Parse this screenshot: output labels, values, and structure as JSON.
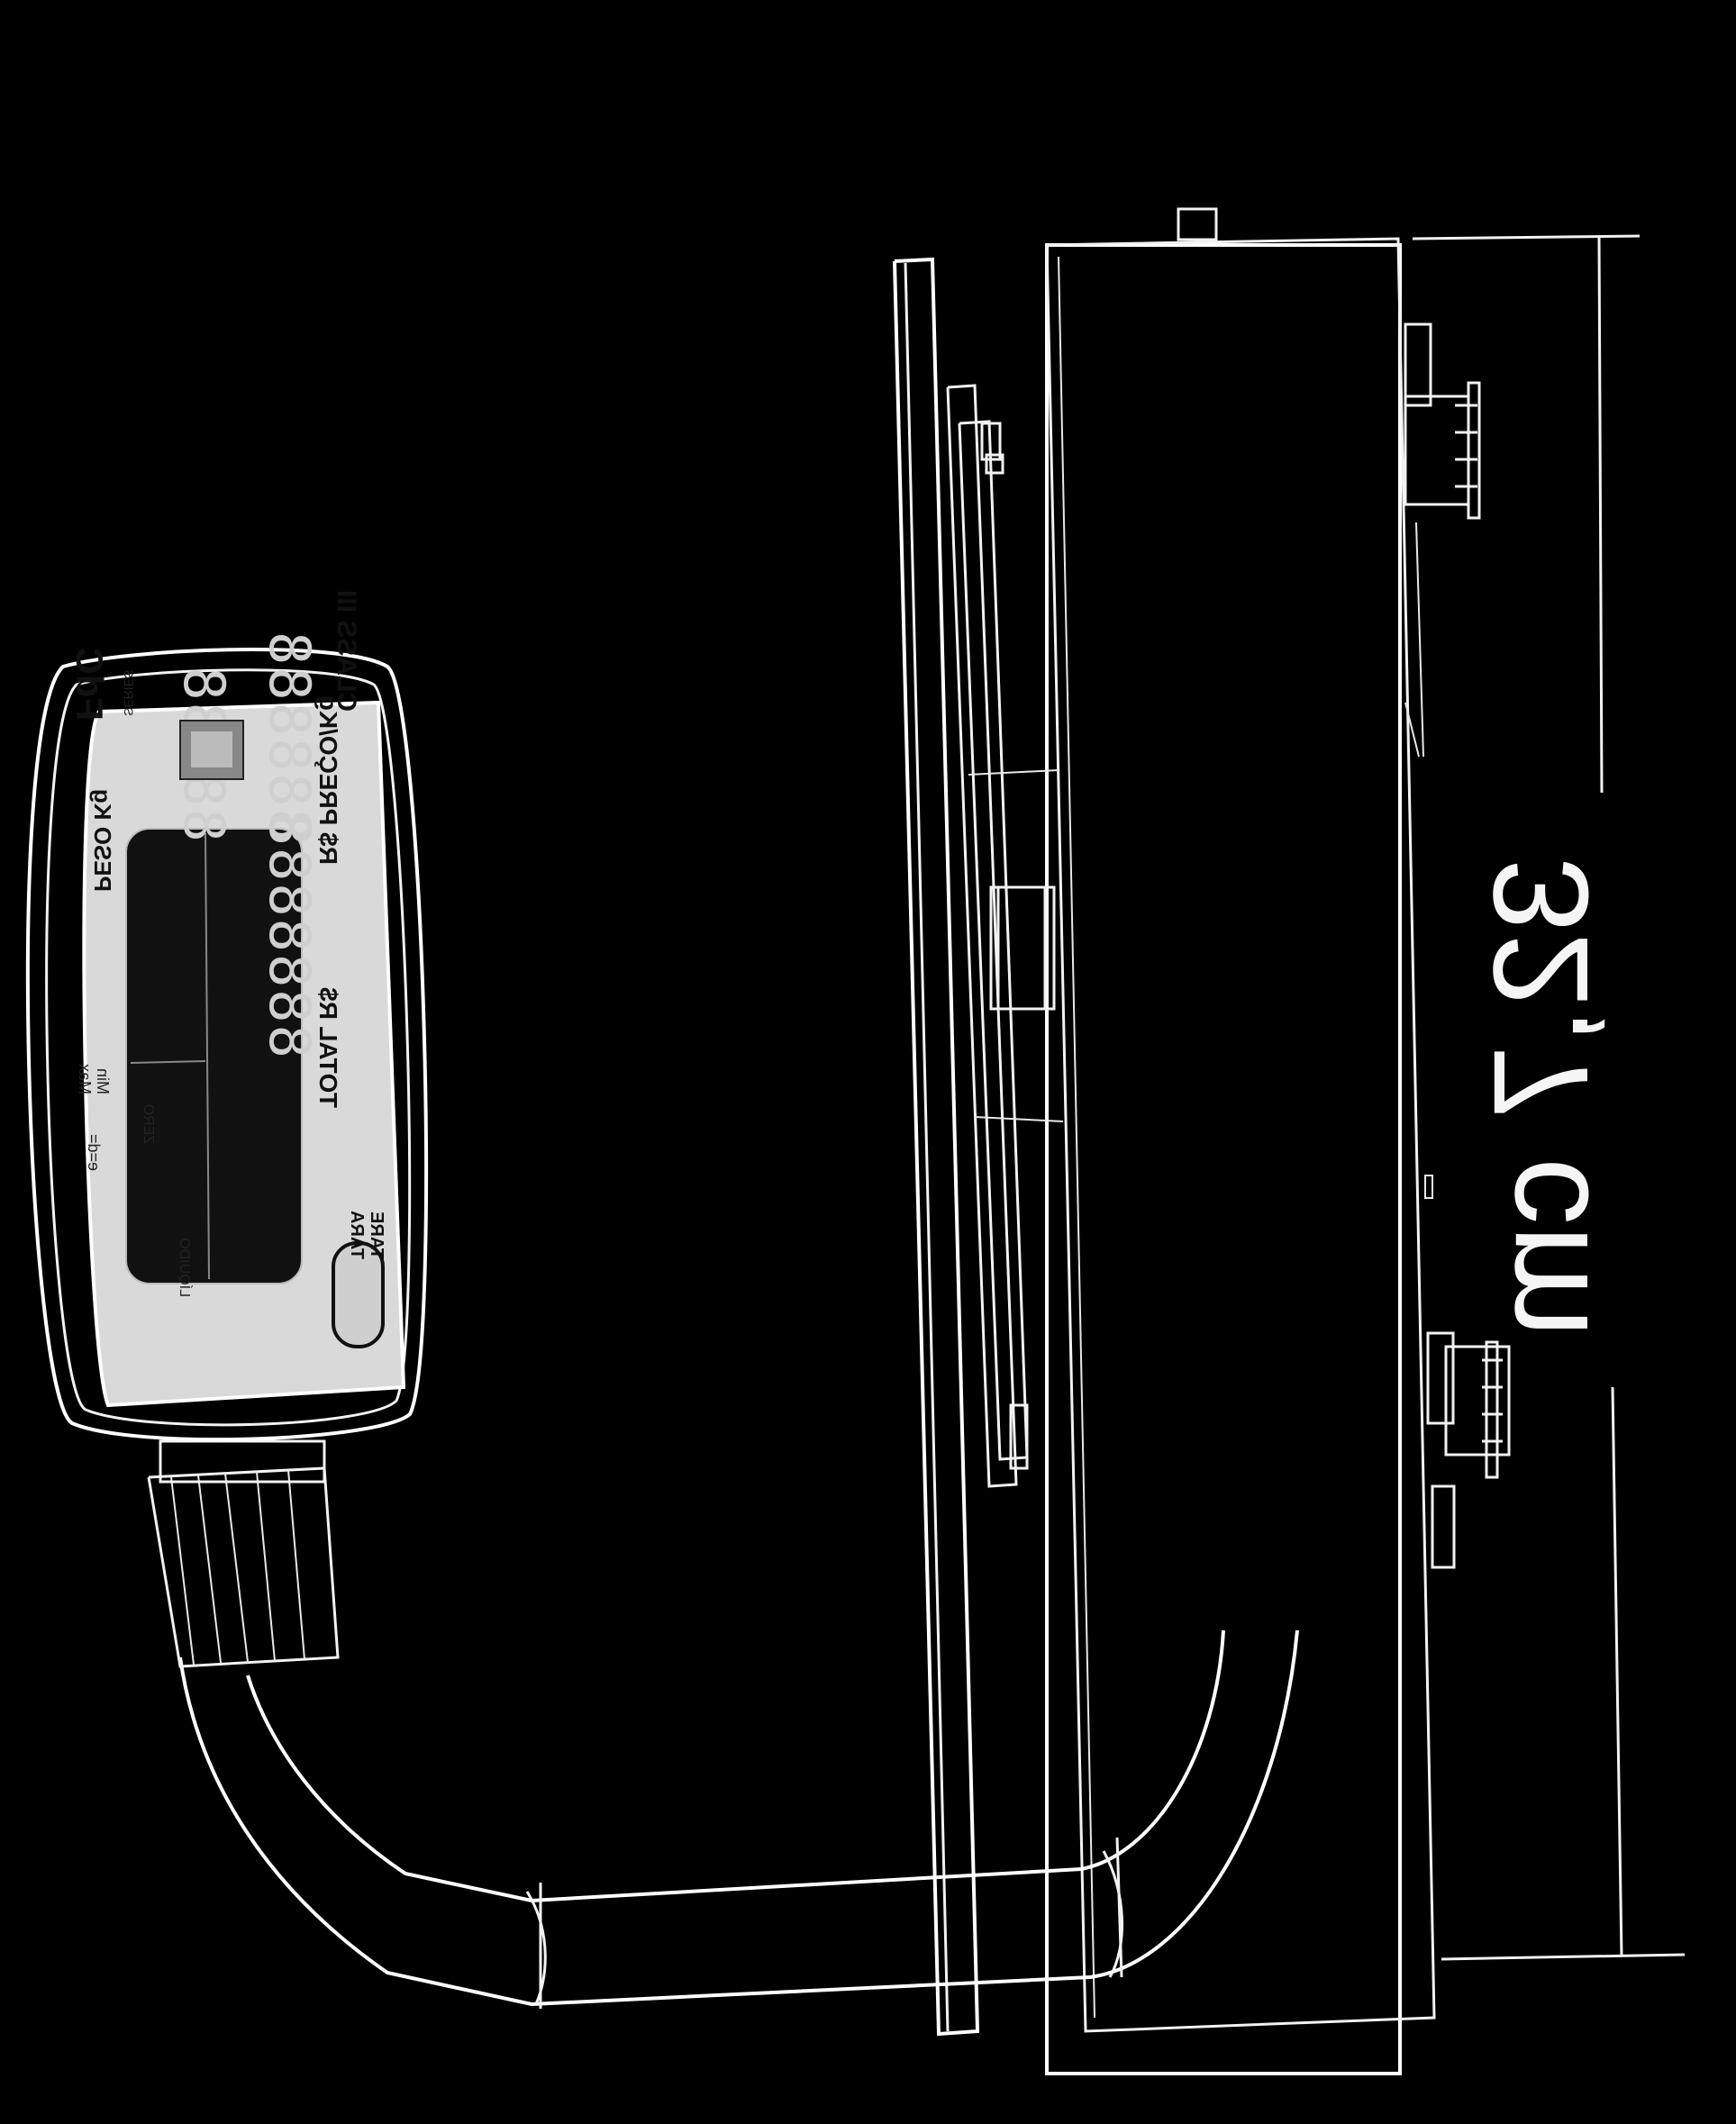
{
  "dimension": {
    "label": "32,7 cm"
  },
  "indicator": {
    "brand": "FdC",
    "series_label": "SERIES",
    "class_label": "CLASS III",
    "weight_label": "PESO Kg",
    "max_label": "Max",
    "min_label": "Min",
    "e_label": "e=d=",
    "price_label": "R$ PREÇO/Kg",
    "total_label": "TOTAL R$",
    "zero_label": "ZERO",
    "liquid_label": "LÍQUIDO",
    "tare_button_label": "TARA",
    "tare_button_sublabel": "TARE",
    "weight_digits": "88888",
    "price_digits": "888888",
    "total_digits": "8888888"
  }
}
